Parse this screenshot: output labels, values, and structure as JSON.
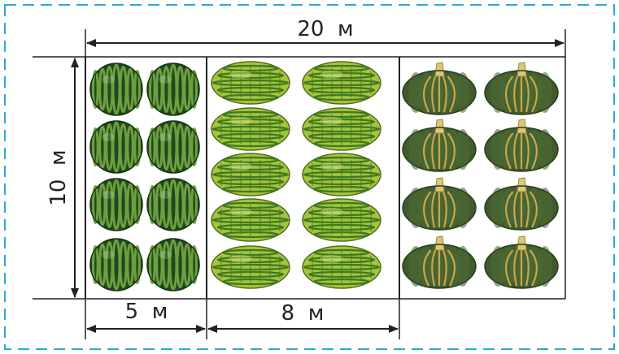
{
  "labels": {
    "total_width": "20  м",
    "height": "10  м",
    "plot1_width": "5  м",
    "plot2_width": "8  м"
  },
  "frame": {
    "border_color": "#2aa9d8"
  },
  "plots": [
    {
      "crop": "watermelon",
      "columns": 2,
      "rows": 4,
      "colors": {
        "dark": "#1f4a1c",
        "stripe": "#6f9e3f"
      }
    },
    {
      "crop": "melon",
      "columns": 2,
      "rows": 5,
      "colors": {
        "base": "#a7c43a",
        "stripe": "#3d7a22"
      }
    },
    {
      "crop": "pumpkin",
      "columns": 2,
      "rows": 4,
      "colors": {
        "base": "#3f5a2c",
        "rib": "#c9a64a",
        "stem": "#d9c77a"
      }
    }
  ]
}
